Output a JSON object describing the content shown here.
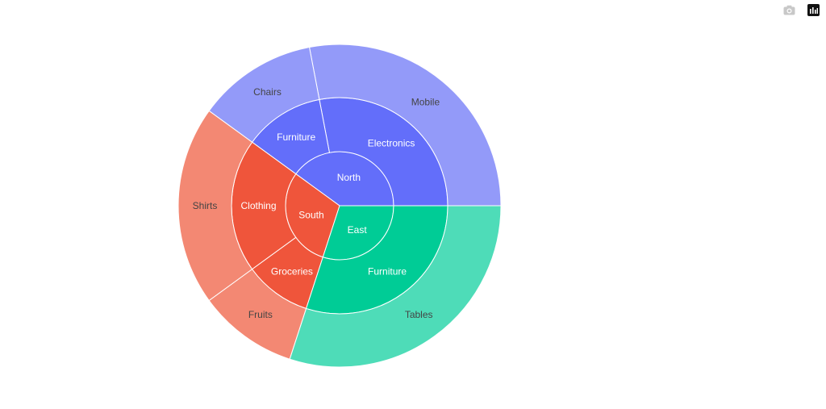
{
  "modebar": {
    "camera_icon": "camera-icon",
    "plotly_logo_icon": "plotly-logo-icon"
  },
  "chart_data": {
    "type": "sunburst",
    "title": "",
    "levels": [
      {
        "id": "North",
        "label": "North",
        "parent": "",
        "value": 40,
        "color": "#636efa"
      },
      {
        "id": "South",
        "label": "South",
        "parent": "",
        "value": 30,
        "color": "#ef553b"
      },
      {
        "id": "East",
        "label": "East",
        "parent": "",
        "value": 30,
        "color": "#00cc96"
      },
      {
        "id": "North/Electronics",
        "label": "Electronics",
        "parent": "North",
        "value": 28,
        "color": "#636efa"
      },
      {
        "id": "North/Furniture",
        "label": "Furniture",
        "parent": "North",
        "value": 12,
        "color": "#636efa"
      },
      {
        "id": "South/Clothing",
        "label": "Clothing",
        "parent": "South",
        "value": 20,
        "color": "#ef553b"
      },
      {
        "id": "South/Groceries",
        "label": "Groceries",
        "parent": "South",
        "value": 10,
        "color": "#ef553b"
      },
      {
        "id": "East/Furniture",
        "label": "Furniture",
        "parent": "East",
        "value": 30,
        "color": "#00cc96"
      },
      {
        "id": "North/Electronics/Mobile",
        "label": "Mobile",
        "parent": "North/Electronics",
        "value": 28,
        "color": "#939af9"
      },
      {
        "id": "North/Furniture/Chairs",
        "label": "Chairs",
        "parent": "North/Furniture",
        "value": 12,
        "color": "#939af9"
      },
      {
        "id": "South/Clothing/Shirts",
        "label": "Shirts",
        "parent": "South/Clothing",
        "value": 20,
        "color": "#f38873"
      },
      {
        "id": "South/Groceries/Fruits",
        "label": "Fruits",
        "parent": "South/Groceries",
        "value": 10,
        "color": "#f38873"
      },
      {
        "id": "East/Furniture/Tables",
        "label": "Tables",
        "parent": "East/Furniture",
        "value": 30,
        "color": "#4edcb8"
      }
    ],
    "start_angle_deg": 0,
    "direction": "counterclockwise"
  }
}
